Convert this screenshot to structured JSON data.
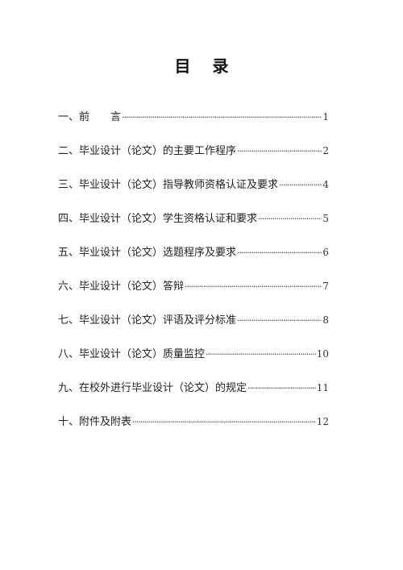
{
  "document": {
    "title": "目 录",
    "toc": [
      {
        "label": "一、前　　言",
        "page": "1"
      },
      {
        "label": "二、毕业设计（论文）的主要工作程序",
        "page": "2"
      },
      {
        "label": "三、毕业设计（论文）指导教师资格认证及要求",
        "page": "4"
      },
      {
        "label": "四、毕业设计（论文）学生资格认证和要求",
        "page": "5"
      },
      {
        "label": "五、毕业设计（论文）选题程序及要求",
        "page": "6"
      },
      {
        "label": "六、毕业设计（论文）答辩",
        "page": "7"
      },
      {
        "label": "七、毕业设计（论文）评语及评分标准",
        "page": "8"
      },
      {
        "label": "八、毕业设计（论文）质量监控",
        "page": "10"
      },
      {
        "label": "九、在校外进行毕业设计（论文）的规定",
        "page": "11"
      },
      {
        "label": "十、附件及附表",
        "page": "12"
      }
    ]
  }
}
